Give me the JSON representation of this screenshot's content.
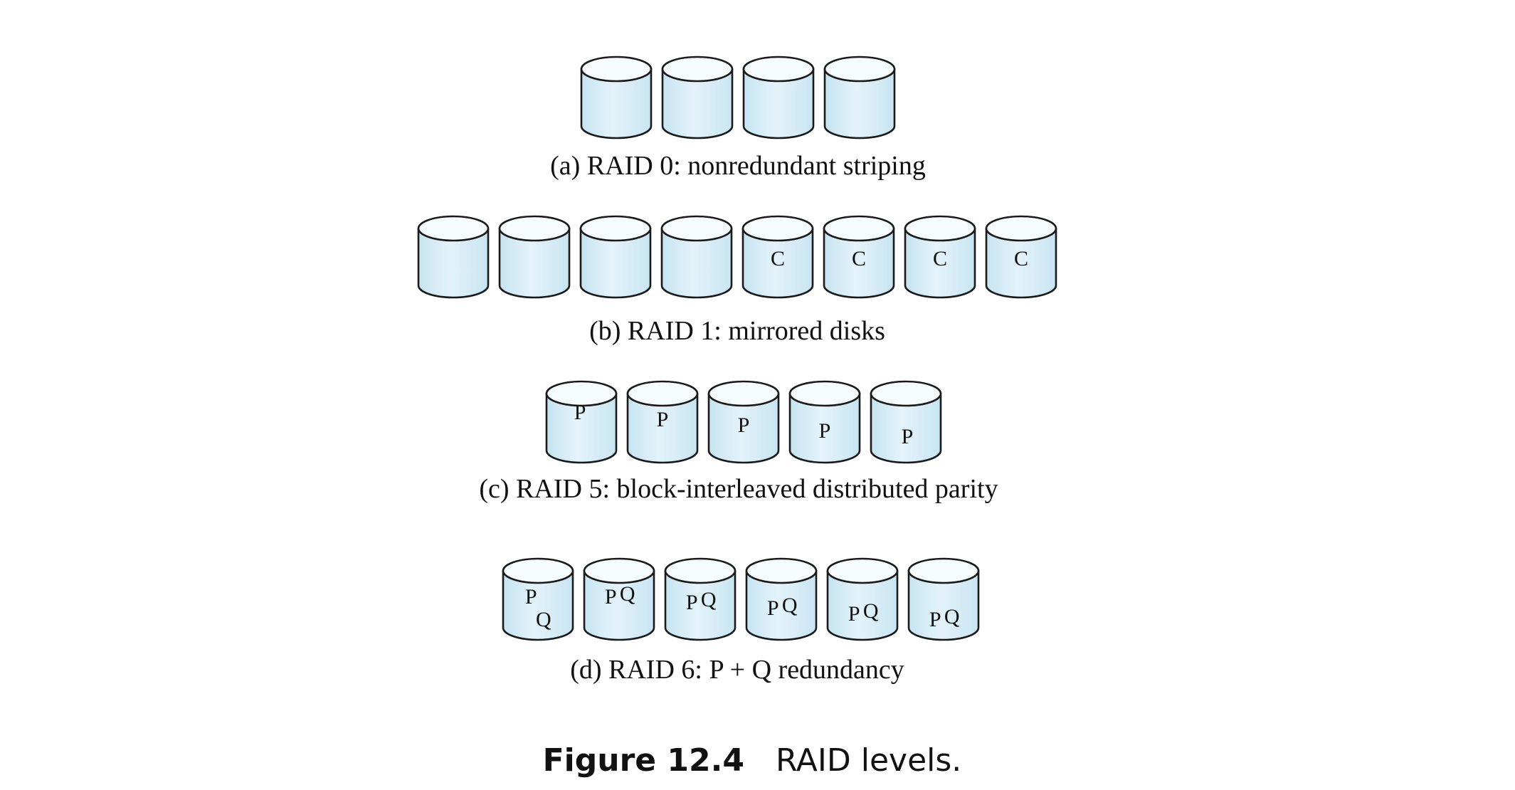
{
  "disk_fill": "#d4ecf6",
  "disk_highlight": "#eef8fc",
  "disk_top_fill": "#f6fbfd",
  "outline": "#1a1a1a",
  "panels": [
    {
      "id": "raid0",
      "caption": "(a) RAID 0: nonredundant striping",
      "disks": [
        {
          "labels": []
        },
        {
          "labels": []
        },
        {
          "labels": []
        },
        {
          "labels": []
        }
      ]
    },
    {
      "id": "raid1",
      "caption": "(b) RAID 1: mirrored disks",
      "disks": [
        {
          "labels": []
        },
        {
          "labels": []
        },
        {
          "labels": []
        },
        {
          "labels": []
        },
        {
          "labels": [
            {
              "text": "C",
              "pos": "middle"
            }
          ]
        },
        {
          "labels": [
            {
              "text": "C",
              "pos": "middle"
            }
          ]
        },
        {
          "labels": [
            {
              "text": "C",
              "pos": "middle"
            }
          ]
        },
        {
          "labels": [
            {
              "text": "C",
              "pos": "middle"
            }
          ]
        }
      ]
    },
    {
      "id": "raid5",
      "caption": "(c) RAID 5: block-interleaved distributed parity",
      "disks": [
        {
          "labels": [
            {
              "text": "P",
              "pos": "band-1"
            }
          ]
        },
        {
          "labels": [
            {
              "text": "P",
              "pos": "band-2"
            }
          ]
        },
        {
          "labels": [
            {
              "text": "P",
              "pos": "band-3"
            }
          ]
        },
        {
          "labels": [
            {
              "text": "P",
              "pos": "band-4"
            }
          ]
        },
        {
          "labels": [
            {
              "text": "P",
              "pos": "band-5"
            }
          ]
        }
      ]
    },
    {
      "id": "raid6",
      "caption": "(d) RAID 6: P + Q redundancy",
      "disks": [
        {
          "labels": [
            {
              "text": "P",
              "pos": "band-1"
            },
            {
              "text": "Q",
              "pos": "band-5"
            }
          ]
        },
        {
          "labels": [
            {
              "text": "P",
              "pos": "band-2"
            },
            {
              "text": "Q",
              "pos": "band-1"
            }
          ]
        },
        {
          "labels": [
            {
              "text": "P",
              "pos": "band-3"
            },
            {
              "text": "Q",
              "pos": "band-2"
            }
          ]
        },
        {
          "labels": [
            {
              "text": "P",
              "pos": "band-4"
            },
            {
              "text": "Q",
              "pos": "band-3"
            }
          ]
        },
        {
          "labels": [
            {
              "text": "P",
              "pos": "band-5"
            },
            {
              "text": "Q",
              "pos": "band-4"
            }
          ]
        },
        {
          "labels": [
            {
              "text": "P",
              "pos": "band-6"
            },
            {
              "text": "Q",
              "pos": "band-5"
            }
          ]
        }
      ]
    }
  ],
  "figure": {
    "number": "Figure 12.4",
    "title": "RAID levels."
  }
}
